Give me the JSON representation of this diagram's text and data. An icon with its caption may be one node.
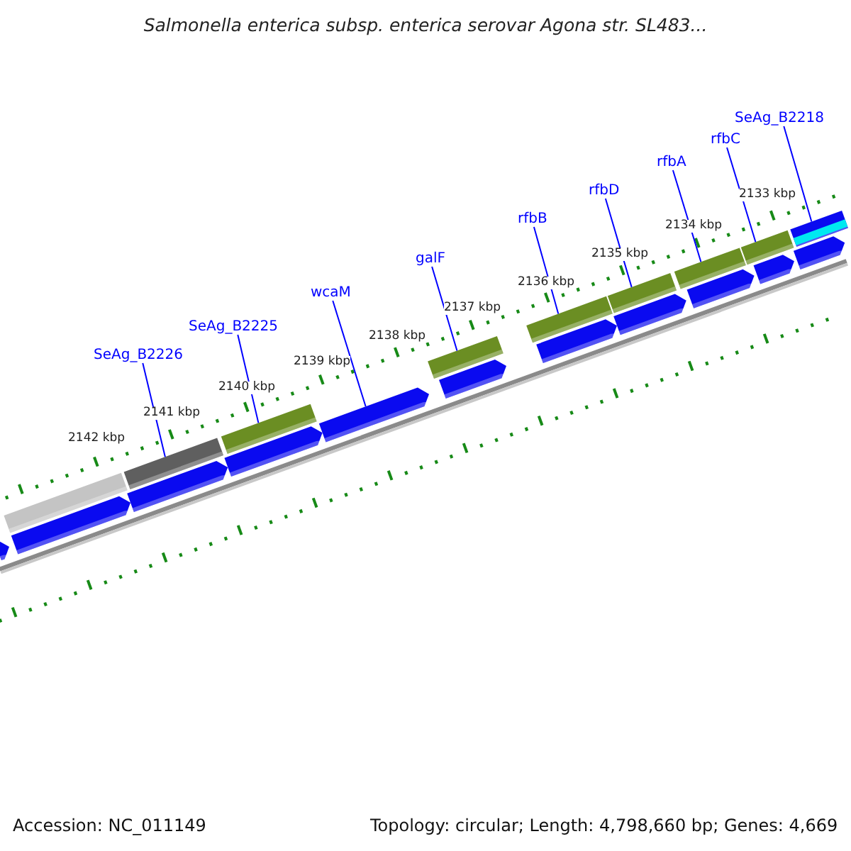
{
  "diagram": {
    "title": "Salmonella enterica subsp. enterica serovar Agona str. SL483...",
    "nodes": [
      {
        "text": [
          "SeAg_B2226"
        ]
      },
      {
        "text": [
          "SeAg_B2225"
        ]
      },
      {
        "text": [
          "wcaM"
        ]
      },
      {
        "text": [
          "galF"
        ]
      },
      {
        "text": [
          "rfbB"
        ]
      },
      {
        "text": [
          "rfbD"
        ]
      },
      {
        "text": [
          "rfbA"
        ]
      },
      {
        "text": [
          "rfbC"
        ]
      },
      {
        "text": [
          "SeAg_B2218"
        ]
      },
      {
        "text": [],
        "shape": "bar"
      },
      {
        "text": [],
        "shape": "bar"
      },
      {
        "text": [],
        "shape": "bar"
      },
      {
        "text": [],
        "shape": "bar"
      },
      {
        "text": [],
        "shape": "bar"
      },
      {
        "text": [],
        "shape": "bar"
      },
      {
        "text": [],
        "shape": "bar"
      },
      {
        "text": [],
        "shape": "bar"
      },
      {
        "text": [],
        "shape": "bar"
      },
      {
        "text": [],
        "shape": "pentagon"
      },
      {
        "text": [],
        "shape": "pentagon"
      },
      {
        "text": [],
        "shape": "pentagon"
      },
      {
        "text": [],
        "shape": "pentagon"
      },
      {
        "text": [],
        "shape": "pentagon"
      },
      {
        "text": [],
        "shape": "pentagon"
      },
      {
        "text": [],
        "shape": "pentagon"
      },
      {
        "text": [],
        "shape": "pentagon"
      },
      {
        "text": [],
        "shape": "pentagon"
      },
      {
        "text": [],
        "shape": "pentagon"
      },
      {
        "text": [],
        "shape": "pentagon"
      }
    ],
    "edges": [
      {
        "from": 0,
        "to": 10,
        "arrow": "none"
      },
      {
        "from": 1,
        "to": 11,
        "arrow": "none"
      },
      {
        "from": 2,
        "to": 22,
        "arrow": "none"
      },
      {
        "from": 3,
        "to": 12,
        "arrow": "none"
      },
      {
        "from": 4,
        "to": 13,
        "arrow": "none"
      },
      {
        "from": 5,
        "to": 14,
        "arrow": "none"
      },
      {
        "from": 6,
        "to": 15,
        "arrow": "none"
      },
      {
        "from": 7,
        "to": 16,
        "arrow": "none"
      },
      {
        "from": 8,
        "to": 17,
        "arrow": "none"
      }
    ],
    "labels": [
      "2133 kbp",
      "2134 kbp",
      "2135 kbp",
      "2136 kbp",
      "2137 kbp",
      "2138 kbp",
      "2139 kbp",
      "2140 kbp",
      "2141 kbp",
      "2142 kbp",
      "Accession: NC_011149",
      "Topology: circular; Length: 4,798,660 bp; Genes: 4,669"
    ]
  }
}
